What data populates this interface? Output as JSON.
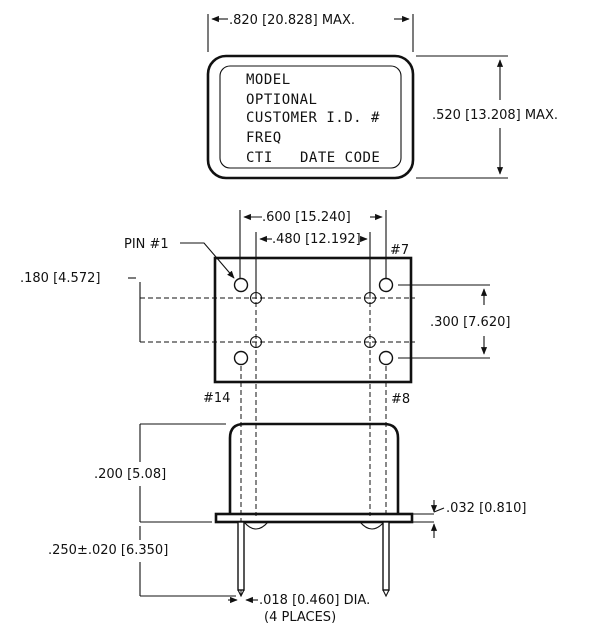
{
  "label_block": {
    "line1": "MODEL",
    "line2": "OPTIONAL",
    "line3": "CUSTOMER I.D. #",
    "line4": "FREQ",
    "line5a": "CTI",
    "line5b": "DATE CODE"
  },
  "dimensions": {
    "width_max": ".820 [20.828] MAX.",
    "height_max": ".520 [13.208] MAX.",
    "pin_span_outer": ".600 [15.240]",
    "pin_span_inner": ".480 [12.192]",
    "pin_offset": ".180 [4.572]",
    "row_spacing": ".300 [7.620]",
    "body_height": ".200 [5.08]",
    "flange_thickness": ".032 [0.810]",
    "lead_length": ".250±.020 [6.350]",
    "lead_diameter": ".018  [0.460]  DIA.",
    "lead_places": "(4 PLACES)"
  },
  "pins": {
    "pin1": "PIN  #1",
    "pin7": "#7",
    "pin14": "#14",
    "pin8": "#8"
  }
}
